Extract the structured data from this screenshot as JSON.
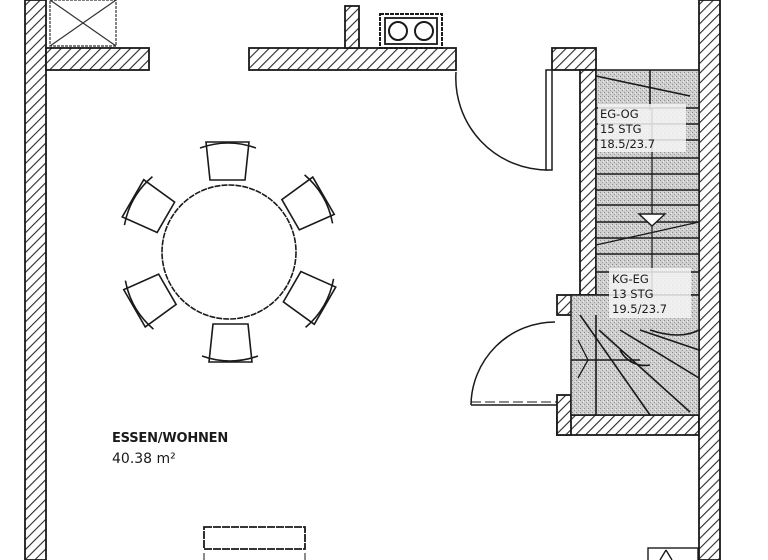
{
  "plan": {
    "room": {
      "name": "ESSEN/WOHNEN",
      "area": "40.38 m²"
    },
    "stairs": [
      {
        "id": "eg-og",
        "label": "EG-OG",
        "steps": "15 STG",
        "ratio": "18.5/23.7"
      },
      {
        "id": "kg-eg",
        "label": "KG-EG",
        "steps": "13 STG",
        "ratio": "19.5/23.7"
      }
    ],
    "furniture": {
      "table": "round-dining-table",
      "chairs": 6
    },
    "colors": {
      "line": "#1a1a1a",
      "hatch": "#2a2a2a",
      "stair_fill": "#c9c9c9",
      "background": "#ffffff"
    }
  }
}
